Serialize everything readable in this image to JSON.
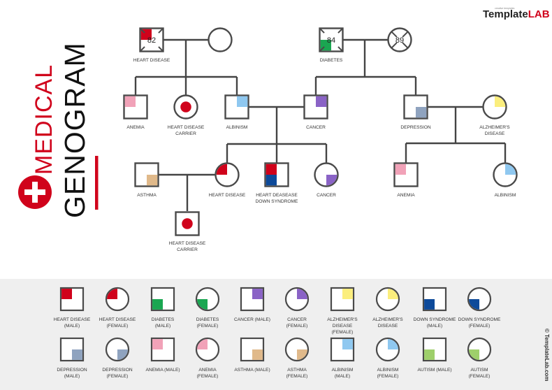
{
  "brand": {
    "name_a": "Template",
    "name_b": "LAB",
    "small": "creative templates"
  },
  "title": {
    "line1": "MEDICAL",
    "line2": "GENOGRAM"
  },
  "side_credit": "© TemplateLab.com",
  "colors": {
    "heart_disease": "#d0021b",
    "diabetes": "#1aa651",
    "cancer": "#8a63c6",
    "alzheimers": "#fbee7d",
    "down_syndrome": "#0d4a9a",
    "depression": "#8fa3bf",
    "anemia": "#f1a2b8",
    "asthma": "#e0b98a",
    "albinism": "#8fc8f0",
    "autism": "#9ecf6b",
    "legend_bg": "#efefef",
    "line": "#444444"
  },
  "people": [
    {
      "id": "gf1",
      "label": "HEART DISEASE",
      "age": "82",
      "deceased": true
    },
    {
      "id": "gm1",
      "label": "",
      "age": ""
    },
    {
      "id": "gf2",
      "label": "DIABETES",
      "age": "84",
      "deceased": true
    },
    {
      "id": "gm2",
      "label": "",
      "age": "89",
      "deceased": true
    },
    {
      "id": "c1",
      "label": "ANEMIA"
    },
    {
      "id": "c2",
      "label": "HEART DISEASE CARRIER"
    },
    {
      "id": "c3",
      "label": "ALBINISM"
    },
    {
      "id": "c4",
      "label": "CANCER"
    },
    {
      "id": "c5",
      "label": "DEPRESSION"
    },
    {
      "id": "c6",
      "label": "ALZHEIMER'S DISEASE"
    },
    {
      "id": "g1",
      "label": "ASTHMA"
    },
    {
      "id": "g2",
      "label": "HEART DISEASE"
    },
    {
      "id": "g3",
      "label": "HEART DEASEASE DOWN SYNDROME"
    },
    {
      "id": "g4",
      "label": "CANCER"
    },
    {
      "id": "g5",
      "label": "ANEMIA"
    },
    {
      "id": "g6",
      "label": "ALBINISM"
    },
    {
      "id": "gg1",
      "label": "HEART DISEASE CARRIER"
    }
  ],
  "legend": [
    {
      "label": "HEART DISEASE (MALE)"
    },
    {
      "label": "HEART DISEASE (FEMALE)"
    },
    {
      "label": "DIABETES (MALE)"
    },
    {
      "label": "DIABETES (FEMALE)"
    },
    {
      "label": "CANCER (MALE)"
    },
    {
      "label": "CANCER (FEMALE)"
    },
    {
      "label": "ALZHEIMER'S DISEASE (FEMALE)"
    },
    {
      "label": "ALZHEIMER'S DISEASE"
    },
    {
      "label": "DOWN SYNDROME (MALE)"
    },
    {
      "label": "DOWN SYNDROME (FEMALE)"
    },
    {
      "label": "DEPRESSION (MALE)"
    },
    {
      "label": "DEPRESSION (FEMALE)"
    },
    {
      "label": "ANEMIA (MALE)"
    },
    {
      "label": "ANEMIA (FEMALE)"
    },
    {
      "label": "ASTHMA (MALE)"
    },
    {
      "label": "ASTHMA (FEMALE)"
    },
    {
      "label": "ALBINISM (MALE)"
    },
    {
      "label": "ALBINISM (FEMALE)"
    },
    {
      "label": "AUTISM (MALE)"
    },
    {
      "label": "AUTISM (FEMALE)"
    }
  ]
}
